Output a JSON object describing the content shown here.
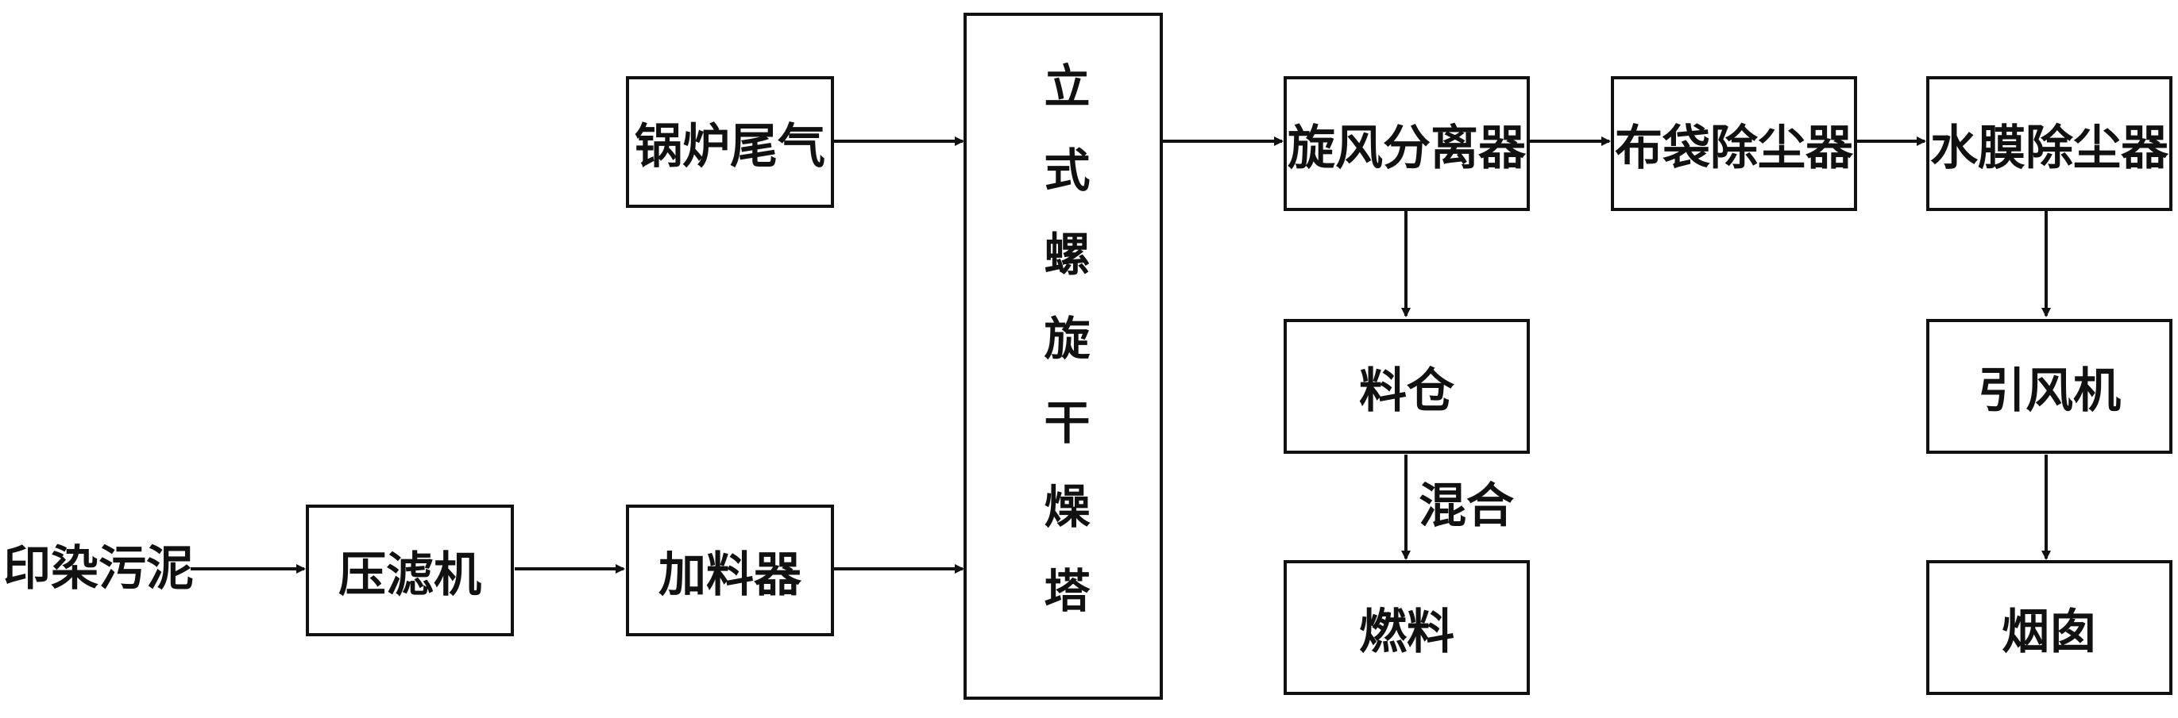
{
  "nodes": {
    "source_sludge": "印染污泥",
    "filter_press": "压滤机",
    "feeder": "加料器",
    "boiler_exhaust": "锅炉尾气",
    "dryer_tower": "立式螺旋干燥塔",
    "cyclone": "旋风分离器",
    "bag_filter": "布袋除尘器",
    "water_film": "水膜除尘器",
    "silo": "料仓",
    "fuel": "燃料",
    "induced_fan": "引风机",
    "chimney": "烟囱"
  },
  "edge_labels": {
    "mix": "混合"
  }
}
